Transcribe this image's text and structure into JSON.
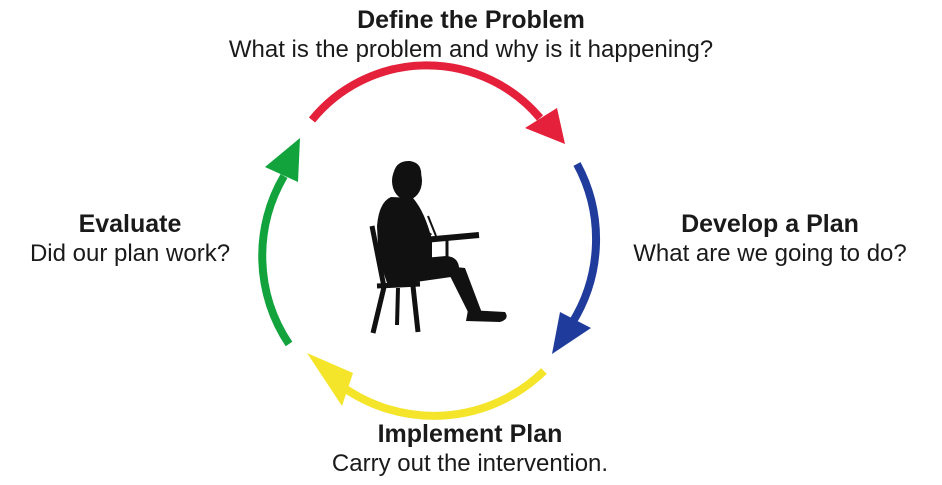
{
  "diagram": {
    "type": "cycle",
    "steps": [
      {
        "id": "define",
        "title": "Define the Problem",
        "description": "What is the problem and why is it happening?",
        "color": "#e4203a"
      },
      {
        "id": "develop",
        "title": "Develop a Plan",
        "description": "What are we going to do?",
        "color": "#1f3c9c"
      },
      {
        "id": "implement",
        "title": "Implement Plan",
        "description": "Carry out the intervention.",
        "color": "#f5e52a"
      },
      {
        "id": "evaluate",
        "title": "Evaluate",
        "description": "Did our plan work?",
        "color": "#12a33d"
      }
    ],
    "center_icon": "seated-person-writing-icon"
  }
}
